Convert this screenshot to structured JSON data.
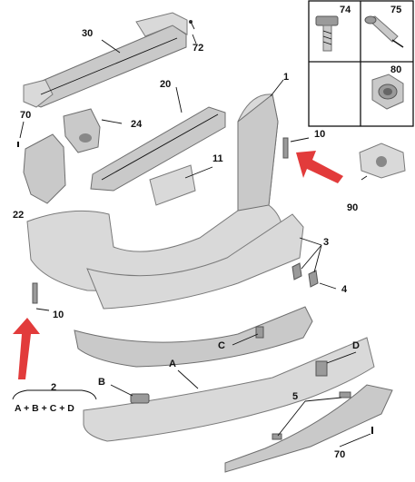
{
  "labels": {
    "l1": "1",
    "l3": "3",
    "l4": "4",
    "l5": "5",
    "l10a": "10",
    "l10b": "10",
    "l11": "11",
    "l20": "20",
    "l22": "22",
    "l24": "24",
    "l30": "30",
    "l70a": "70",
    "l70b": "70",
    "l72": "72",
    "l74": "74",
    "l75": "75",
    "l80": "80",
    "l90": "90",
    "lA": "A",
    "lB": "B",
    "lC": "C",
    "lD": "D",
    "kit_qty": "2",
    "kit_formula": "A + B + C + D"
  },
  "colors": {
    "arrow": "#e23b3b",
    "part": "#c9c9c9",
    "outline": "#6e6e6e"
  }
}
